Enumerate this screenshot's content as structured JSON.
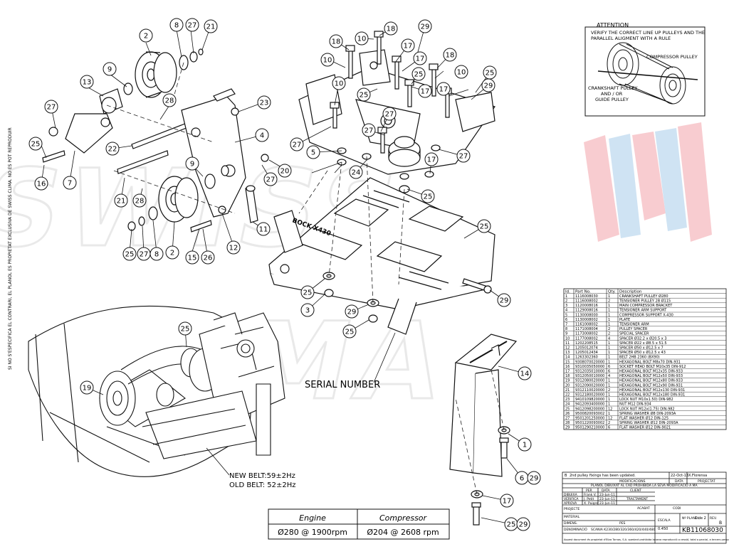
{
  "attention": {
    "title": "ATTENTION",
    "line1": "VERIFY THE CORRECT LINE UP PULLEYS AND THE",
    "line2": "PARALLEL ALIGMENT WITH A RULE",
    "compressor_label": "COMPRESSOR PULLEY",
    "crank_label_1": "CRANKSHAFT PULLEY",
    "crank_label_2": "AND / OR",
    "crank_label_3": "GUIDE PULLEY"
  },
  "watermark": "SWISS CLIMA",
  "side_note": "SI NO S'ESPECIFICA EL CONTRARI, EL PLANOL ES PROPIETAT EXCLUSIVA DE SWISS CLIMA. NO ES POT REPRODUIR",
  "block_label": "BOCK X430",
  "serial_label": "SERIAL NUMBER",
  "belt": {
    "new": "NEW BELT:59±2Hz",
    "old": "OLD BELT: 52±2Hz"
  },
  "freq_table": {
    "headers": [
      "Engine",
      "Compressor"
    ],
    "values": [
      "Ø280 @ 1900rpm",
      "Ø204 @ 2608 rpm"
    ]
  },
  "callouts": [
    {
      "n": "2"
    },
    {
      "n": "8"
    },
    {
      "n": "27"
    },
    {
      "n": "21"
    },
    {
      "n": "9"
    },
    {
      "n": "13"
    },
    {
      "n": "28"
    },
    {
      "n": "27"
    },
    {
      "n": "23"
    },
    {
      "n": "25"
    },
    {
      "n": "4"
    },
    {
      "n": "22"
    },
    {
      "n": "7"
    },
    {
      "n": "16"
    },
    {
      "n": "9"
    },
    {
      "n": "27"
    },
    {
      "n": "20"
    },
    {
      "n": "21"
    },
    {
      "n": "28"
    },
    {
      "n": "25"
    },
    {
      "n": "27"
    },
    {
      "n": "8"
    },
    {
      "n": "2"
    },
    {
      "n": "15"
    },
    {
      "n": "26"
    },
    {
      "n": "12"
    },
    {
      "n": "11"
    },
    {
      "n": "18"
    },
    {
      "n": "10"
    },
    {
      "n": "18"
    },
    {
      "n": "29"
    },
    {
      "n": "10"
    },
    {
      "n": "17"
    },
    {
      "n": "25"
    },
    {
      "n": "17"
    },
    {
      "n": "18"
    },
    {
      "n": "10"
    },
    {
      "n": "25"
    },
    {
      "n": "17"
    },
    {
      "n": "10"
    },
    {
      "n": "17"
    },
    {
      "n": "29"
    },
    {
      "n": "25"
    },
    {
      "n": "27"
    },
    {
      "n": "27"
    },
    {
      "n": "27"
    },
    {
      "n": "5"
    },
    {
      "n": "27"
    },
    {
      "n": "24"
    },
    {
      "n": "17"
    },
    {
      "n": "25"
    },
    {
      "n": "25"
    },
    {
      "n": "25"
    },
    {
      "n": "3"
    },
    {
      "n": "29"
    },
    {
      "n": "25"
    },
    {
      "n": "29"
    },
    {
      "n": "25"
    },
    {
      "n": "19"
    },
    {
      "n": "14"
    },
    {
      "n": "1"
    },
    {
      "n": "6"
    },
    {
      "n": "29"
    },
    {
      "n": "17"
    },
    {
      "n": "25"
    },
    {
      "n": "29"
    },
    {
      "n": "17"
    },
    {
      "n": "25"
    }
  ],
  "bom": {
    "headers": [
      "Id.",
      "Part No.",
      "Qty.",
      "Description"
    ],
    "rows": [
      [
        "1",
        "1116008030",
        "1",
        "CRANKSHAFT PULLEY Ø280"
      ],
      [
        "2",
        "1116008002",
        "2",
        "TENSIONER PULLEY 2B Ø115"
      ],
      [
        "3",
        "1120008016",
        "1",
        "MAIN COMPRESSOR BRACKET"
      ],
      [
        "4",
        "1129008016",
        "1",
        "TENSIONER ARM SUPPORT"
      ],
      [
        "5",
        "1130008000",
        "1",
        "COMPRESSOR SUPPORT X-430"
      ],
      [
        "6",
        "1130008002",
        "1",
        "PLATE"
      ],
      [
        "7",
        "1161008002",
        "1",
        "TENSIONER ARM"
      ],
      [
        "8",
        "1171008004",
        "2",
        "PULLEY SPACER"
      ],
      [
        "9",
        "1173008002",
        "2",
        "SPECIAL SPACER"
      ],
      [
        "10",
        "1177008002",
        "4",
        "SPACER Ø32.2 x Ø20.5 x 3"
      ],
      [
        "11",
        "1202208515",
        "1",
        "SPACER Ø22 x Ø8.5 x 51.5"
      ],
      [
        "12",
        "1205012074",
        "1",
        "SPACER Ø50 x Ø12.5 x 7"
      ],
      [
        "13",
        "1205012434",
        "1",
        "SPACER Ø50 x Ø12.5 x 43"
      ],
      [
        "14",
        "1263302360",
        "1",
        "BELT 2HB 2360 (BX90)"
      ],
      [
        "15",
        "9308070020000",
        "1",
        "HEXAGONAL BOLT M8x70 DIN-931"
      ],
      [
        "16",
        "9310035050000",
        "6",
        "SOCKET HEAD BOLT M10x35 DIN-912"
      ],
      [
        "17",
        "9312035010000",
        "6",
        "HEXAGONAL BOLT M12x35 DIN-933"
      ],
      [
        "18",
        "9312050010000",
        "4",
        "HEXAGONAL BOLT M12x50 DIN-933"
      ],
      [
        "19",
        "9312080020000",
        "1",
        "HEXAGONAL BOLT M12x80 DIN-933"
      ],
      [
        "20",
        "9312090020000",
        "1",
        "HEXAGONAL BOLT M12x90 DIN-931"
      ],
      [
        "21",
        "9312110020000",
        "2",
        "HEXAGONAL BOLT M12x130 DIN-931"
      ],
      [
        "22",
        "9312180020000",
        "1",
        "HEXAGONAL BOLT M12x180 DIN-931"
      ],
      [
        "23",
        "9410109820000",
        "1",
        "LOCK NUT M10x1.50) DIN-982"
      ],
      [
        "24",
        "9412093400000",
        "1",
        "NUT M12 DIN-934"
      ],
      [
        "25",
        "9412098200000",
        "12",
        "LOCK NUT M12x(1.75) DIN-982"
      ],
      [
        "26",
        "9500820093002",
        "1",
        "SPRING WASHER Ø8 DIN-2093A"
      ],
      [
        "27",
        "9501201250000",
        "12",
        "FLAT WASHER Ø12 DIN-125"
      ],
      [
        "28",
        "9501220093002",
        "2",
        "SPRING WASHER Ø12 DIN-2093A"
      ],
      [
        "29",
        "9501290210000",
        "6",
        "FLAT WASHER Ø12 DIN-9021"
      ]
    ]
  },
  "title_block": {
    "mod_row": [
      "B",
      "2nd pulley fixings has been updated.",
      "22-Oct-13",
      "X.Florensa"
    ],
    "mod_header": [
      "MODIFICACIONS",
      "DATA",
      "PROJECTAT"
    ],
    "cad_note": "PLANOL DIBUIXAT AL CAD PROHIBIDA LA SEVA MODIFICACIÓ A MA",
    "labels": {
      "per": "PER",
      "data": "DATA",
      "client": "CLIENT",
      "dibuixa": "DIBUIXA",
      "verifica": "VERIFICA",
      "aprova": "APROVA",
      "tractament": "TRACTAMENT",
      "projecte": "PROJECTE",
      "acabat": "ACABAT",
      "codi": "CODI",
      "material": "MATERIAL",
      "dimens": "DIMENS.",
      "pes": "PES",
      "denominacio": "DENOMINACIÓ",
      "escala": "ESCALA",
      "nplanol": "Nº PLANOL",
      "rev": "REV."
    },
    "dibuixa": [
      "Frank V.",
      "23-Jun-11"
    ],
    "verifica": [
      "J. Petit",
      "23-Jun-11"
    ],
    "aprova": [
      "X. Puigre",
      "23-Jun-11"
    ],
    "denominacio": "SCANIA K230/280/320/360/420/440/480",
    "escala": "0.450",
    "plane_no": "1 de 2",
    "rev": "B",
    "code": "KB11068030",
    "footer": "Aquest document és propietat d'Eliza Tornos, S.A. quedant prohibida la seva reproducció o cessió, total o parcial, a tercers persones sense autorització prèvia."
  }
}
